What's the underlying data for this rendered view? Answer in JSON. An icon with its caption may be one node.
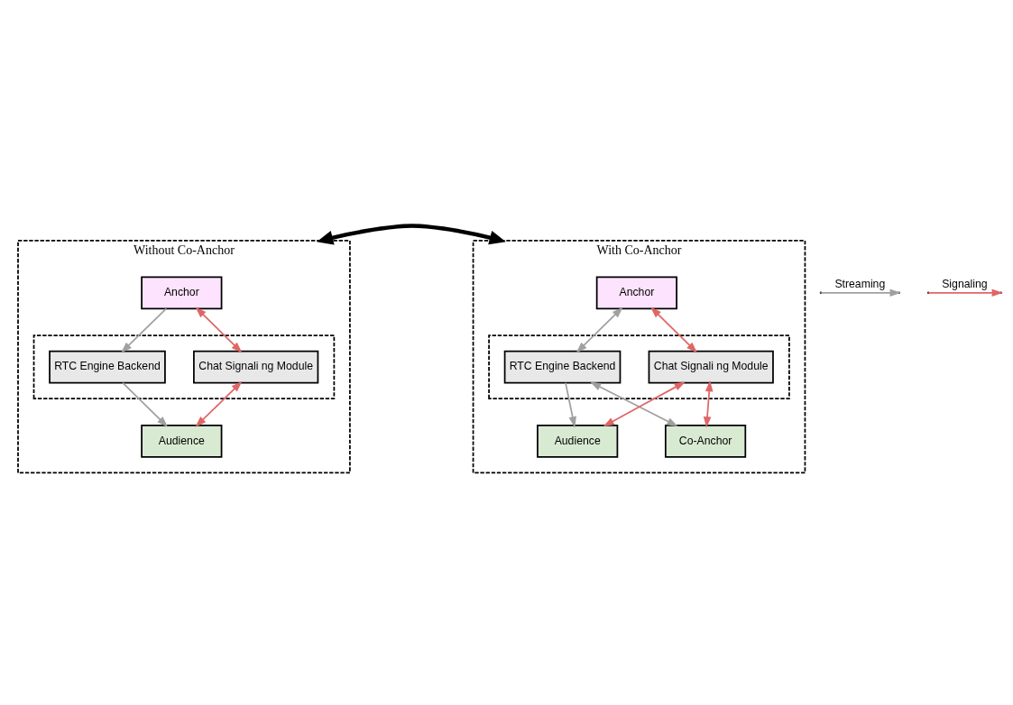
{
  "diagram": {
    "nodes": [
      {
        "text": [
          "Without Co-Anchor"
        ]
      },
      {
        "text": [
          "Anchor"
        ],
        "in": 0
      },
      {
        "text": [],
        "shape": "box",
        "in": 0
      },
      {
        "text": [
          "RTC Engine Backend"
        ],
        "in": 2
      },
      {
        "text": [
          "Chat Signali ng Module"
        ],
        "in": 2
      },
      {
        "text": [
          "Audience"
        ],
        "in": 0
      },
      {
        "text": [
          "With Co-Anchor"
        ]
      },
      {
        "text": [
          "Anchor"
        ],
        "in": 6
      },
      {
        "text": [],
        "shape": "box",
        "in": 6
      },
      {
        "text": [
          "RTC Engine Backend"
        ],
        "in": 8
      },
      {
        "text": [
          "Chat Signali ng Module"
        ],
        "in": 8
      },
      {
        "text": [
          "Co-Anchor"
        ],
        "in": 6
      },
      {
        "text": [
          "Audience"
        ],
        "in": 6
      }
    ],
    "edges": [
      {
        "from": 1,
        "to": 3,
        "arrow": "to",
        "color": "#a0a0a0"
      },
      {
        "from": 1,
        "to": 4,
        "arrow": "both",
        "color": "#e06666"
      },
      {
        "from": 3,
        "to": 5,
        "arrow": "to",
        "color": "#a0a0a0"
      },
      {
        "from": 4,
        "to": 5,
        "arrow": "both",
        "color": "#e06666"
      },
      {
        "from": 0,
        "to": 6,
        "arrow": "both",
        "style": "thick",
        "color": "#000000"
      },
      {
        "from": 7,
        "to": 9,
        "arrow": "both",
        "color": "#a0a0a0"
      },
      {
        "from": 7,
        "to": 10,
        "arrow": "both",
        "color": "#e06666"
      },
      {
        "from": 9,
        "to": 11,
        "arrow": "both",
        "color": "#a0a0a0"
      },
      {
        "from": 9,
        "to": 12,
        "arrow": "to",
        "color": "#a0a0a0"
      },
      {
        "from": 10,
        "to": 11,
        "arrow": "both",
        "color": "#e06666"
      },
      {
        "from": 10,
        "to": 12,
        "arrow": "both",
        "color": "#e06666"
      }
    ],
    "legend": [
      {
        "text": "Streaming"
      },
      {
        "text": "Signaling"
      }
    ]
  }
}
